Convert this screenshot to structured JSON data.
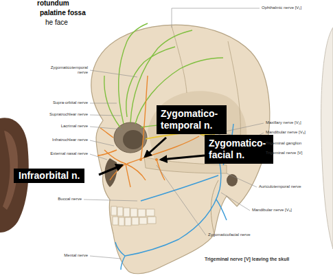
{
  "diagram": {
    "nodes": [
      {
        "text": [
          "Zygomatico- temporal n."
        ]
      },
      {
        "text": [
          "Zygomatico- facial n."
        ]
      },
      {
        "text": [
          "Infraorbital n."
        ]
      }
    ],
    "labels": [
      "rotundum",
      "palatine fossa",
      "he face",
      "Zygomaticotemporal nerve",
      "Supra-orbital nerve",
      "Supratrochlear nerve",
      "Lacrimal nerve",
      "Infratrochlear nerve",
      "External nasal nerve",
      "Buccal nerve",
      "Mental nerve",
      "Ophthalmic nerve [V₁]",
      "Maxillary nerve [V₂]",
      "Mandibular nerve [V₃]",
      "Trigeminal ganglion",
      "Trigeminal nerve [V]",
      "Auriculotemporal nerve",
      "Mandibular nerve [V₃]",
      "Zygomaticofacial nerve",
      "Trigeminal nerve [V] leaving the skull"
    ]
  }
}
